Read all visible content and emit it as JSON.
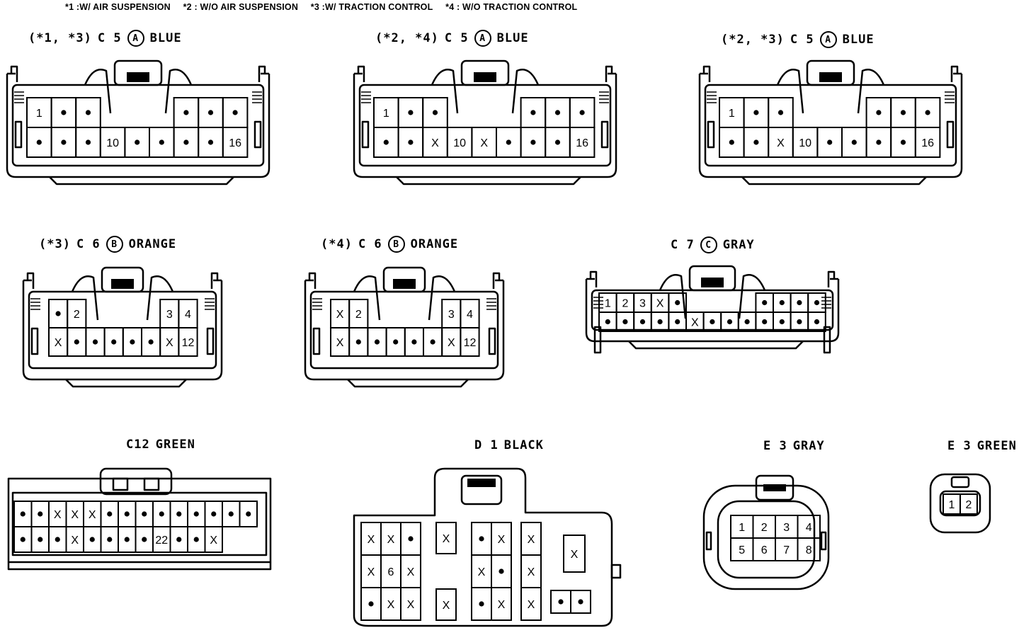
{
  "legend": {
    "notes": [
      "*1 :W/ AIR SUSPENSION",
      "*2 : W/O AIR SUSPENSION",
      "*3 :W/ TRACTION CONTROL",
      "*4  : W/O TRACTION CONTROL"
    ]
  },
  "connectors": [
    {
      "id": "c5_13",
      "note": "(*1, *3)",
      "code": "C 5",
      "badge": "A",
      "color": "BLUE",
      "rows": [
        [
          "1",
          "•",
          "•",
          "",
          "",
          "",
          "•",
          "•",
          "•"
        ],
        [
          "•",
          "•",
          "•",
          "10",
          "•",
          "•",
          "•",
          "•",
          "16"
        ]
      ]
    },
    {
      "id": "c5_24",
      "note": "(*2, *4)",
      "code": "C 5",
      "badge": "A",
      "color": "BLUE",
      "rows": [
        [
          "1",
          "•",
          "•",
          "",
          "",
          "",
          "•",
          "•",
          "•"
        ],
        [
          "•",
          "•",
          "X",
          "10",
          "X",
          "•",
          "•",
          "•",
          "16"
        ]
      ]
    },
    {
      "id": "c5_23",
      "note": "(*2, *3)",
      "code": "C 5",
      "badge": "A",
      "color": "BLUE",
      "rows": [
        [
          "1",
          "•",
          "•",
          "",
          "",
          "",
          "•",
          "•",
          "•"
        ],
        [
          "•",
          "•",
          "X",
          "10",
          "•",
          "•",
          "•",
          "•",
          "16"
        ]
      ]
    },
    {
      "id": "c6_3",
      "note": "(*3)",
      "code": "C 6",
      "badge": "B",
      "color": "ORANGE",
      "rows": [
        [
          "•",
          "2",
          "",
          "",
          "",
          "",
          "3",
          "4"
        ],
        [
          "X",
          "•",
          "•",
          "•",
          "•",
          "•",
          "X",
          "12"
        ]
      ]
    },
    {
      "id": "c6_4",
      "note": "(*4)",
      "code": "C 6",
      "badge": "B",
      "color": "ORANGE",
      "rows": [
        [
          "X",
          "2",
          "",
          "",
          "",
          "",
          "3",
          "4"
        ],
        [
          "X",
          "•",
          "•",
          "•",
          "•",
          "•",
          "X",
          "12"
        ]
      ]
    },
    {
      "id": "c7",
      "note": "",
      "code": "C 7",
      "badge": "C",
      "color": "GRAY",
      "rows": [
        [
          "1",
          "2",
          "3",
          "X",
          "•",
          "",
          "",
          "",
          "",
          "•",
          "•",
          "•",
          "•"
        ],
        [
          "•",
          "•",
          "•",
          "•",
          "•",
          "X",
          "•",
          "•",
          "•",
          "•",
          "•",
          "•",
          "•"
        ]
      ]
    },
    {
      "id": "c12",
      "note": "",
      "code": "C12",
      "badge": "",
      "color": "GREEN",
      "rows": [
        [
          "•",
          "•",
          "X",
          "X",
          "X",
          "•",
          "•",
          "•",
          "•",
          "•",
          "•",
          "•",
          "•",
          "•"
        ],
        [
          "•",
          "•",
          "•",
          "X",
          "•",
          "•",
          "•",
          "•",
          "22",
          "•",
          "•",
          "X",
          "",
          ""
        ]
      ]
    },
    {
      "id": "d1",
      "note": "",
      "code": "D 1",
      "badge": "",
      "color": "BLACK",
      "groups": [
        [
          "X",
          "X",
          "•",
          "X",
          "6",
          "X",
          "•",
          "X",
          "X"
        ],
        [
          "X"
        ],
        [
          "X"
        ],
        [
          "•",
          "X",
          "X",
          "•",
          "•",
          "X"
        ],
        [
          "X",
          "X",
          "X"
        ],
        [
          "X"
        ],
        [
          "•",
          "•"
        ]
      ]
    },
    {
      "id": "e3_gray",
      "note": "",
      "code": "E 3",
      "badge": "",
      "color": "GRAY",
      "rows": [
        [
          "1",
          "2",
          "3",
          "4"
        ],
        [
          "5",
          "6",
          "7",
          "8"
        ]
      ]
    },
    {
      "id": "e3_green",
      "note": "",
      "code": "E 3",
      "badge": "",
      "color": "GREEN",
      "rows": [
        [
          "1",
          "2"
        ]
      ]
    }
  ]
}
